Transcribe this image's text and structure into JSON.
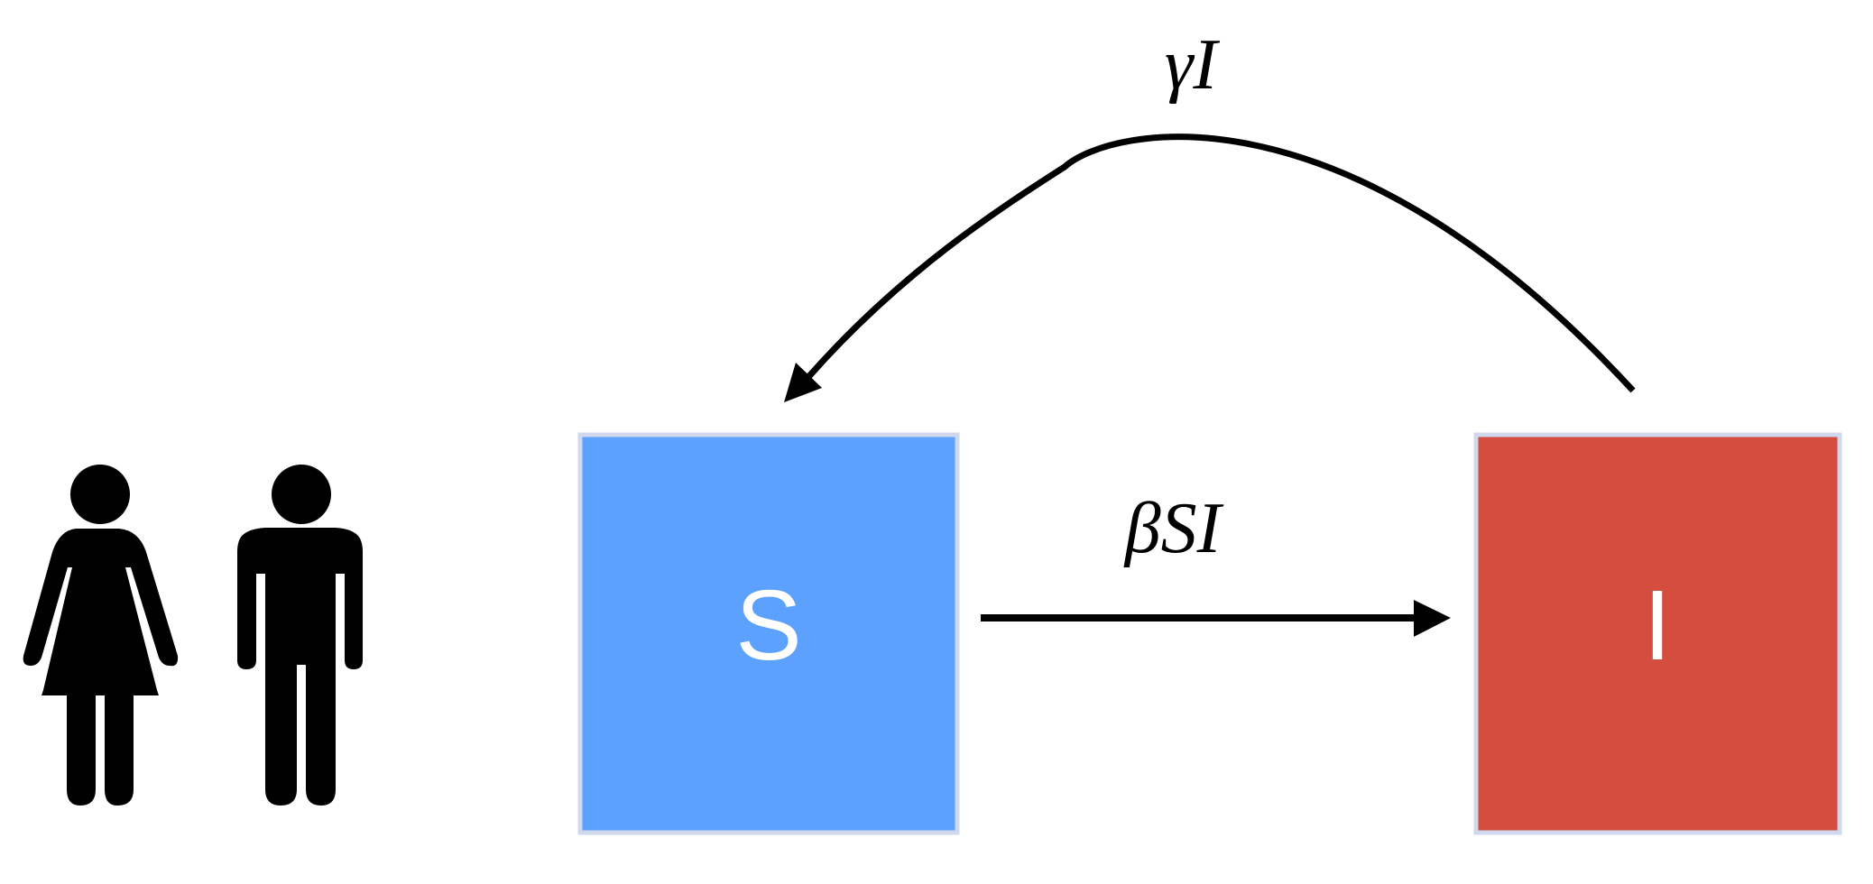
{
  "diagram": {
    "people_icons": [
      "woman-icon",
      "man-icon"
    ],
    "compartments": [
      {
        "id": "S",
        "label": "S",
        "color": "#5ca1fe"
      },
      {
        "id": "I",
        "label": "I",
        "color": "#d44d3e"
      }
    ],
    "transitions": [
      {
        "from": "S",
        "to": "I",
        "label": "βSI"
      },
      {
        "from": "I",
        "to": "S",
        "label": "γI"
      }
    ],
    "colors": {
      "arrow": "#000000",
      "box_border": "#cfd8ec",
      "label": "#ffffff"
    }
  }
}
